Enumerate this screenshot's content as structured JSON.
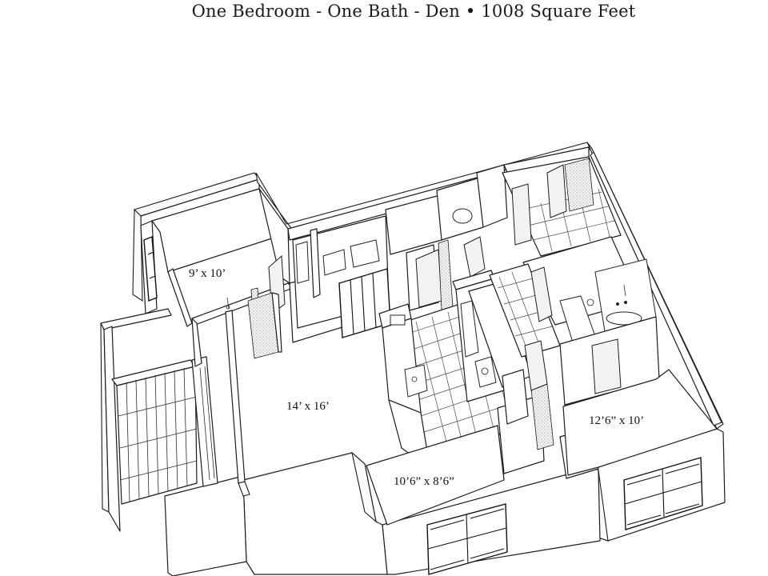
{
  "title": "One Bedroom - One Bath - Den • 1008 Square Feet",
  "rooms": {
    "den": "9’ x 10’",
    "living": "14’ x 16’",
    "kitchen_dining": "10’6” x 8’6”",
    "bedroom": "12’6” x 10’"
  }
}
